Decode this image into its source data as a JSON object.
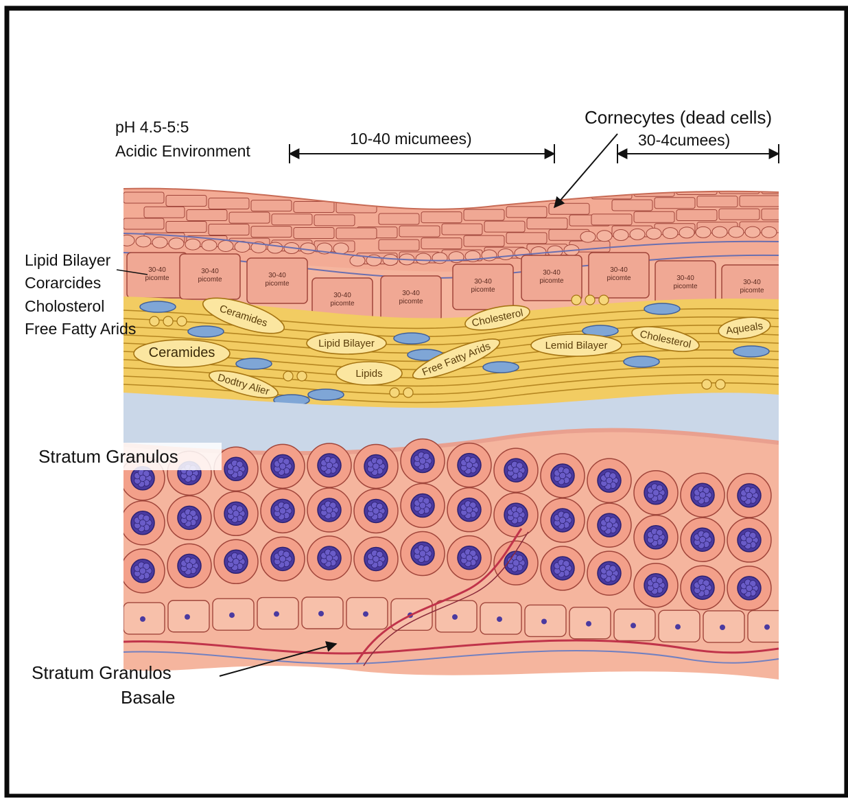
{
  "annotations": {
    "ph_line1": "pH 4.5-5:5",
    "ph_line2": "Acidic Environment",
    "width_left": "10-40 micumees)",
    "corneocytes_title": "Cornecytes (dead cells)",
    "width_right": "30-4cumees)",
    "left_labels": [
      "Lipid Bilayer",
      "Corarcides",
      "Cholosterol",
      "Free Fatty Arids"
    ],
    "granulosum": "Stratum Granulos",
    "basale_line1": "Stratum Granulos",
    "basale_line2": "Basale"
  },
  "cell_label": {
    "line1": "30-40",
    "line2": "picomte"
  },
  "lipid_pills": [
    "Ceramides",
    "Lipid Bilayer",
    "Cholesterol",
    "Cholesterol",
    "Aqueals",
    "Ceramides",
    "Lipids",
    "Free Fatty Arids",
    "Lemid Bilayer",
    "Dodtry Alier"
  ],
  "colors": {
    "frame": "#0b0b0b",
    "corneocyte": "#f0a894",
    "cell_outline": "#a0453a",
    "lipid_layer": "#f2cc62",
    "lipid_fiber": "#a57412",
    "lucidum": "#c9d6e8",
    "granulosum": "#f2a88d",
    "nucleus": "#4a3aa0",
    "vessel": "#c0334a"
  },
  "icons": [
    "measure-arrow-icon",
    "pointer-arrow-icon"
  ]
}
